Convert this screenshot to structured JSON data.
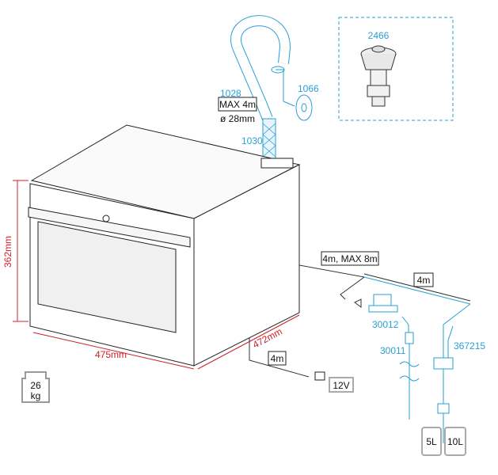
{
  "colors": {
    "part_blue": "#2a9fd6",
    "dimension_red": "#d0202a",
    "outline": "#222222",
    "battery_gray": "#aaaaaa"
  },
  "parts": {
    "hood": "2466",
    "hose": "1028",
    "flange": "1066",
    "sleeve": "1030",
    "valve": "30012",
    "pickup": "30011",
    "cap": "367215"
  },
  "hose_spec": {
    "max_length": "MAX 4m",
    "diameter": "ø 28mm"
  },
  "dimensions": {
    "height": "362mm",
    "width": "475mm",
    "depth": "472mm"
  },
  "weight": {
    "value": "26",
    "unit": "kg"
  },
  "cables": {
    "water_line": "4m, MAX 8m",
    "water_extension": "4m",
    "power": "4m"
  },
  "power_supply": "12V",
  "canisters": [
    "5L",
    "10L"
  ]
}
